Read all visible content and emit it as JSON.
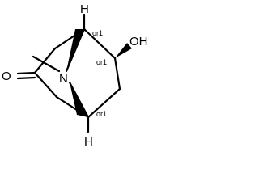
{
  "molecule": {
    "atoms": {
      "h_top": "H",
      "h_bottom": "H",
      "oxygen_carbonyl": "O",
      "nitrogen": "N",
      "hydroxyl": "OH"
    },
    "stereo_labels": {
      "c1": "or1",
      "c6": "or1",
      "c5": "or1"
    },
    "colors": {
      "bond": "#000000",
      "text": "#000000",
      "background": "#ffffff"
    }
  }
}
